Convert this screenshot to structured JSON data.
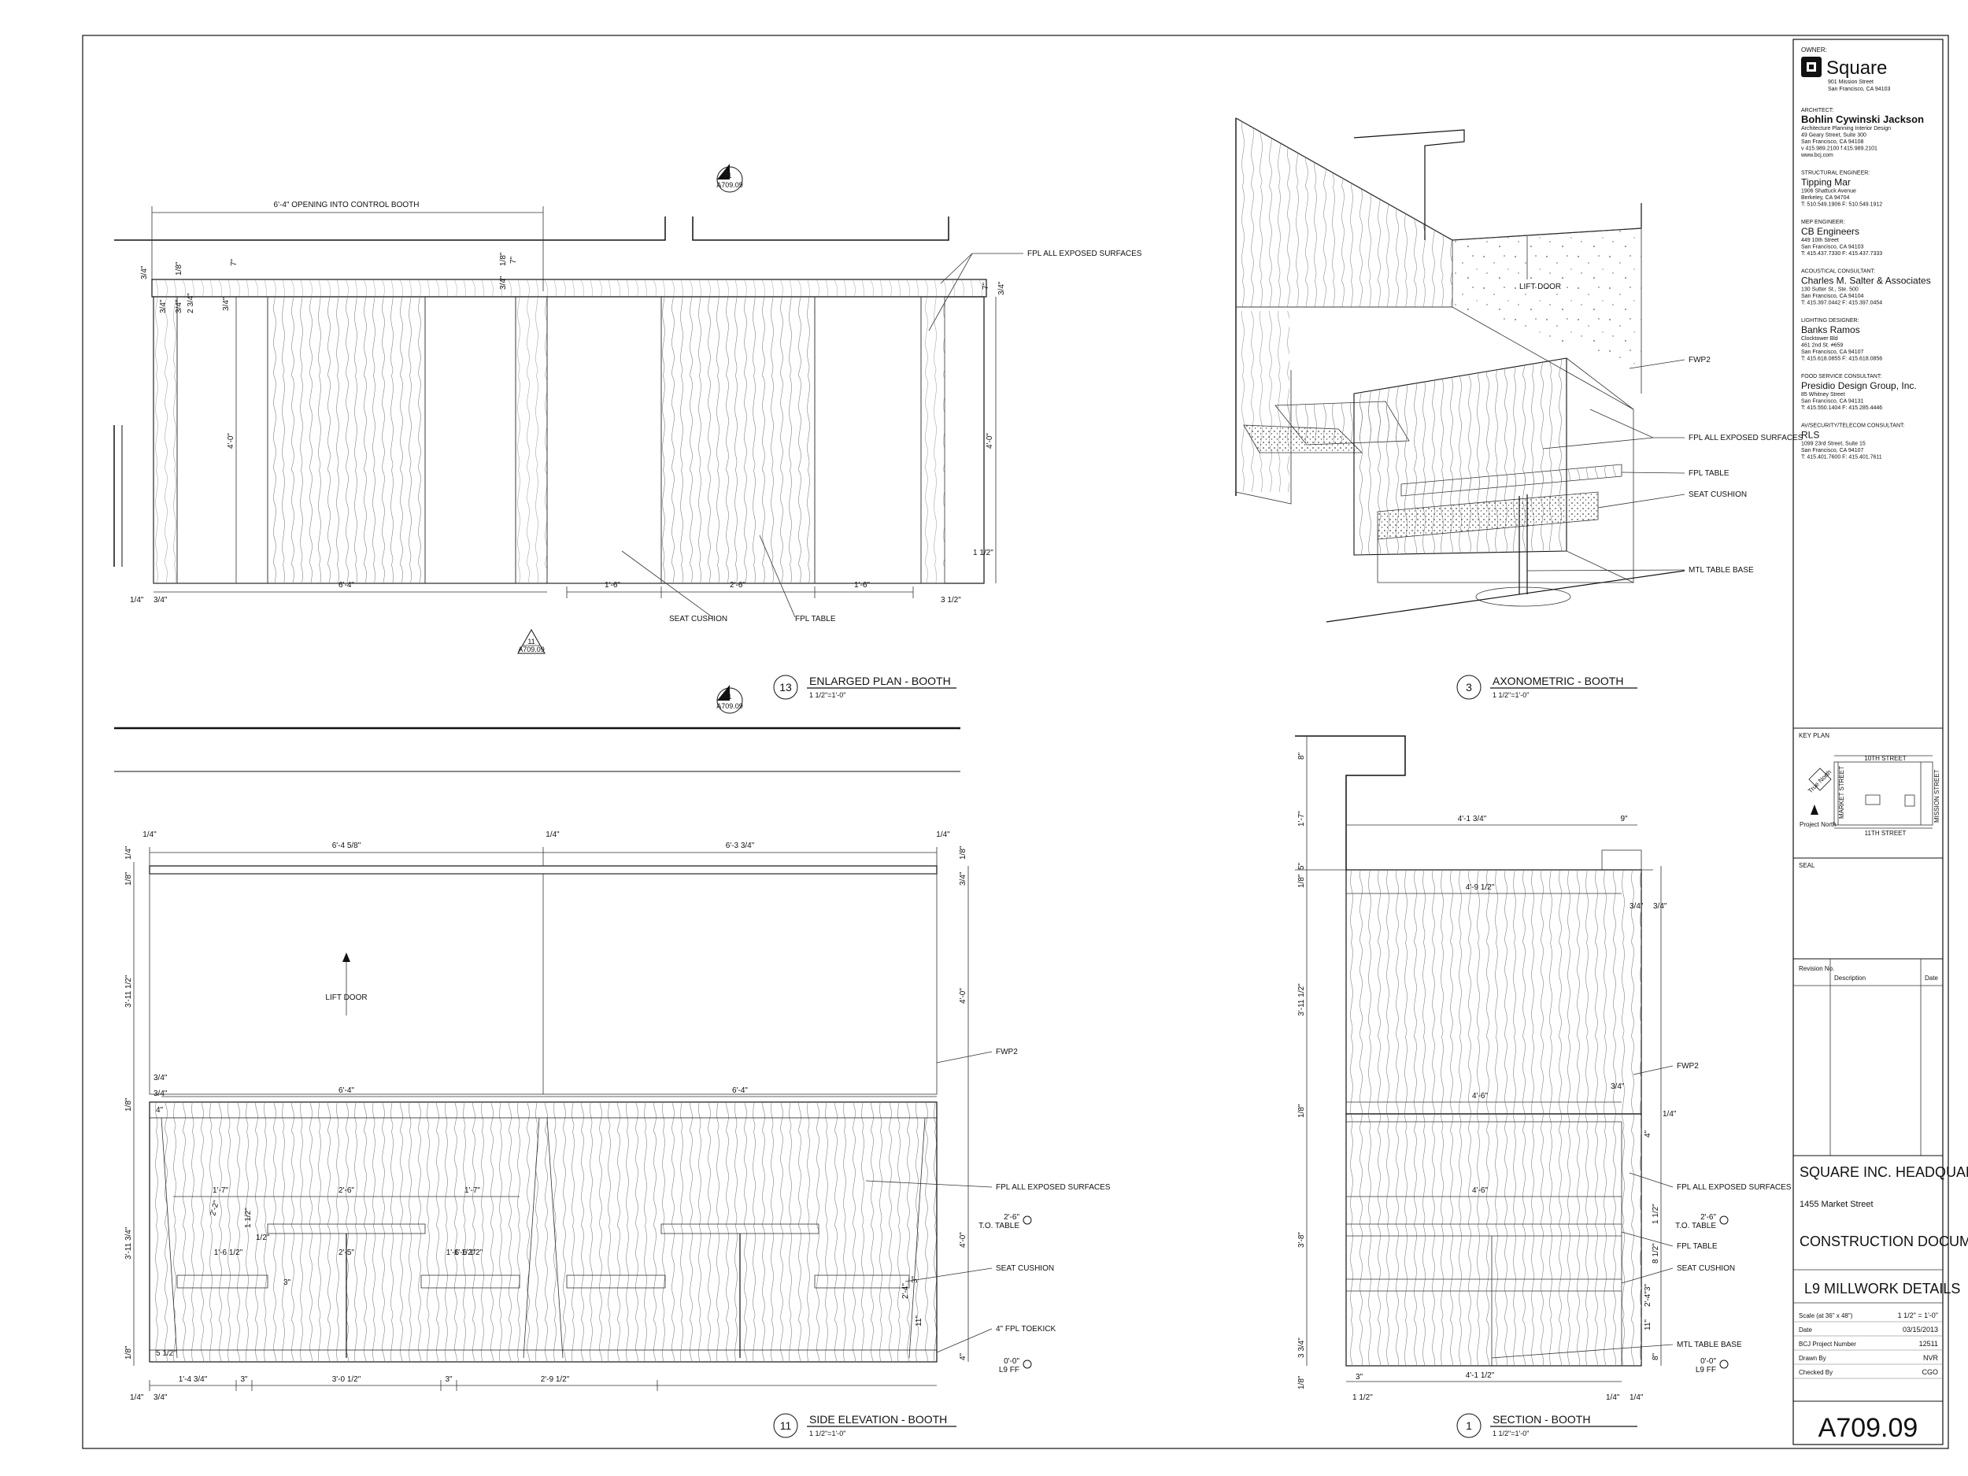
{
  "sheet": {
    "number": "A709.09"
  },
  "title_block": {
    "owner_label": "OWNER:",
    "owner_name": "Square",
    "owner_addr": [
      "901 Mission Street",
      "San Francisco, CA 94103"
    ],
    "consultants": [
      {
        "role": "ARCHITECT:",
        "name": "Bohlin Cywinski Jackson",
        "lines": [
          "Architecture  Planning  Interior Design",
          "49 Geary Street, Suite 300",
          "San Francisco, CA 94108",
          "v  415.989.2100   f  415.989.2101",
          "www.bcj.com"
        ]
      },
      {
        "role": "STRUCTURAL ENGINEER:",
        "name": "Tipping Mar",
        "lines": [
          "1906 Shattuck Avenue",
          "Berkeley, CA  94704",
          "T: 510.549.1906  F: 510.549.1912"
        ]
      },
      {
        "role": "MEP ENGINEER:",
        "name": "CB Engineers",
        "lines": [
          "449 10th Street",
          "San Francisco, CA 94103",
          "T: 415.437.7330 F: 415.437.7333"
        ]
      },
      {
        "role": "ACOUSTICAL CONSULTANT:",
        "name": "Charles M. Salter & Associates",
        "lines": [
          "130 Sutter St., Ste. 500",
          "San Francisco, CA  94104",
          "T: 415.397.0442  F: 415.397.0454"
        ]
      },
      {
        "role": "LIGHTING DESIGNER:",
        "name": "Banks Ramos",
        "lines": [
          "Clocktower Bld",
          "461 2nd St. #659",
          "San Francisco, CA 94107",
          "T: 415.618.0855 F: 415.618.0856"
        ]
      },
      {
        "role": "FOOD SERVICE CONSULTANT:",
        "name": "Presidio Design Group, Inc.",
        "lines": [
          "85 Whitney Street",
          "San Francisco, CA 94131",
          "T: 415.550.1404 F: 415.285.4446"
        ]
      },
      {
        "role": "AV/SECURITY/TELECOM CONSULTANT:",
        "name": "RLS",
        "lines": [
          "1099 23rd Street, Suite 15",
          "San Francisco, CA 94107",
          "T: 415.401.7600 F: 415.401.7611"
        ]
      }
    ],
    "key_plan": {
      "label": "KEY PLAN",
      "streets": [
        "10TH STREET",
        "11TH STREET",
        "MARKET STREET",
        "MISSION STREET"
      ],
      "true_north": "True North",
      "project_north": "Project North"
    },
    "seal_label": "SEAL",
    "revision": {
      "no_label": "Revision No.",
      "desc_label": "Description",
      "date_label": "Date"
    },
    "project": {
      "name": "SQUARE INC. HEADQUARTERS",
      "address": "1455 Market Street",
      "phase": "CONSTRUCTION DOCUMENTS",
      "sheet_title": "L9 MILLWORK DETAILS"
    },
    "info": [
      {
        "label": "Scale (at 36\" x 48\")",
        "value": "1 1/2\" = 1'-0\""
      },
      {
        "label": "Date",
        "value": "03/15/2013"
      },
      {
        "label": "BCJ Project Number",
        "value": "12511"
      },
      {
        "label": "Drawn By",
        "value": "NVR"
      },
      {
        "label": "Checked By",
        "value": "CGO"
      }
    ]
  },
  "drawings": {
    "plan": {
      "number": "13",
      "title": "ENLARGED PLAN - BOOTH",
      "scale": "1 1/2\"=1'-0\"",
      "top_dim": "6'-4\" OPENING INTO CONTROL BOOTH",
      "callout_sec_num": "1",
      "callout_sec_ref": "A709.09",
      "callout_elev_num": "11",
      "callout_elev_ref": "A709.09",
      "notes": [
        "FPL ALL EXPOSED SURFACES",
        "SEAT CUSHION",
        "FPL TABLE"
      ],
      "dims": [
        "6'-4\"",
        "1'-6\"",
        "2'-6\"",
        "1'-6\"",
        "4'-0\"",
        "4'-0\"",
        "1/4\"",
        "3/4\"",
        "3 1/2\"",
        "1 1/2\"",
        "7\"",
        "1/8\"",
        "3/4\"",
        "2 3/4\"",
        "3/4\"",
        "3/4\"",
        "7\"",
        "1/8\"",
        "3/4\"",
        "3/4\"",
        "7\"",
        "3/4\""
      ]
    },
    "axon": {
      "number": "3",
      "title": "AXONOMETRIC - BOOTH",
      "scale": "1 1/2\"=1'-0\"",
      "notes": [
        "LIFT DOOR",
        "FWP2",
        "FPL ALL EXPOSED SURFACES",
        "FPL TABLE",
        "SEAT CUSHION",
        "MTL TABLE BASE"
      ]
    },
    "elevation": {
      "number": "11",
      "title": "SIDE ELEVATION - BOOTH",
      "scale": "1 1/2\"=1'-0\"",
      "notes": [
        "LIFT DOOR",
        "FWP2",
        "FPL ALL EXPOSED SURFACES",
        "SEAT CUSHION",
        "4\" FPL TOEKICK"
      ],
      "level_marks": [
        {
          "a": "2'-6\"",
          "b": "T.O. TABLE"
        },
        {
          "a": "0'-0\"",
          "b": "L9 FF"
        }
      ],
      "dims_top": [
        "1/4\"",
        "6'-4 5/8\"",
        "1/4\"",
        "6'-3 3/4\"",
        "1/4\""
      ],
      "dims_mid": [
        "3/4\"",
        "6'-4\"",
        "6'-4\""
      ],
      "dims_table": [
        "1'-7\"",
        "2'-6\"",
        "1'-7\"",
        "1'-6 1/2\"",
        "2'-5\"",
        "1'-6 1/2\"",
        "1/2\"",
        "1 1/2\""
      ],
      "dims_bottom": [
        "1/4\"",
        "3/4\"",
        "5 1/2\"",
        "1'-4 3/4\"",
        "3\"",
        "3'-0 1/2\"",
        "3\"",
        "2'-9 1/2\""
      ],
      "dims_left": [
        "1/4\"",
        "1/8\"",
        "3'-11 1/2\"",
        "1/8\"",
        "3'-11 3/4\"",
        "1/8\"",
        "3/4\"",
        "4\""
      ],
      "dims_right": [
        "1/8\"",
        "3/4\"",
        "4'-0\"",
        "4'-0\"",
        "2'-4\"",
        "4\"",
        "11\"",
        "3\"",
        "3\"",
        "1'-6 1/2\"",
        "2'-2\""
      ]
    },
    "section": {
      "number": "1",
      "title": "SECTION - BOOTH",
      "scale": "1 1/2\"=1'-0\"",
      "notes": [
        "FWP2",
        "FPL ALL EXPOSED SURFACES",
        "FPL TABLE",
        "SEAT CUSHION",
        "MTL TABLE BASE"
      ],
      "level_marks": [
        {
          "a": "2'-6\"",
          "b": "T.O. TABLE"
        },
        {
          "a": "0'-0\"",
          "b": "L9 FF"
        }
      ],
      "dims": [
        "4'-1 3/4\"",
        "9\"",
        "4'-9 1/2\"",
        "4'-6\"",
        "4'-6\"",
        "4'-1 1/2\"",
        "1/4\"",
        "1/4\"",
        "3/4\"",
        "3/4\"",
        "1 1/2\"",
        "3\"",
        "3'-11 1/2\"",
        "3'-8\"",
        "3 3/4\"",
        "1/8\"",
        "1/8\"",
        "1/8\"",
        "1'-7\"",
        "8\"",
        "5\"",
        "3/4\"",
        "1/4\"",
        "1 1/2\"",
        "8 1/2\"",
        "2'-4\"",
        "11\"",
        "3\"",
        "4\"",
        "8\""
      ]
    }
  }
}
